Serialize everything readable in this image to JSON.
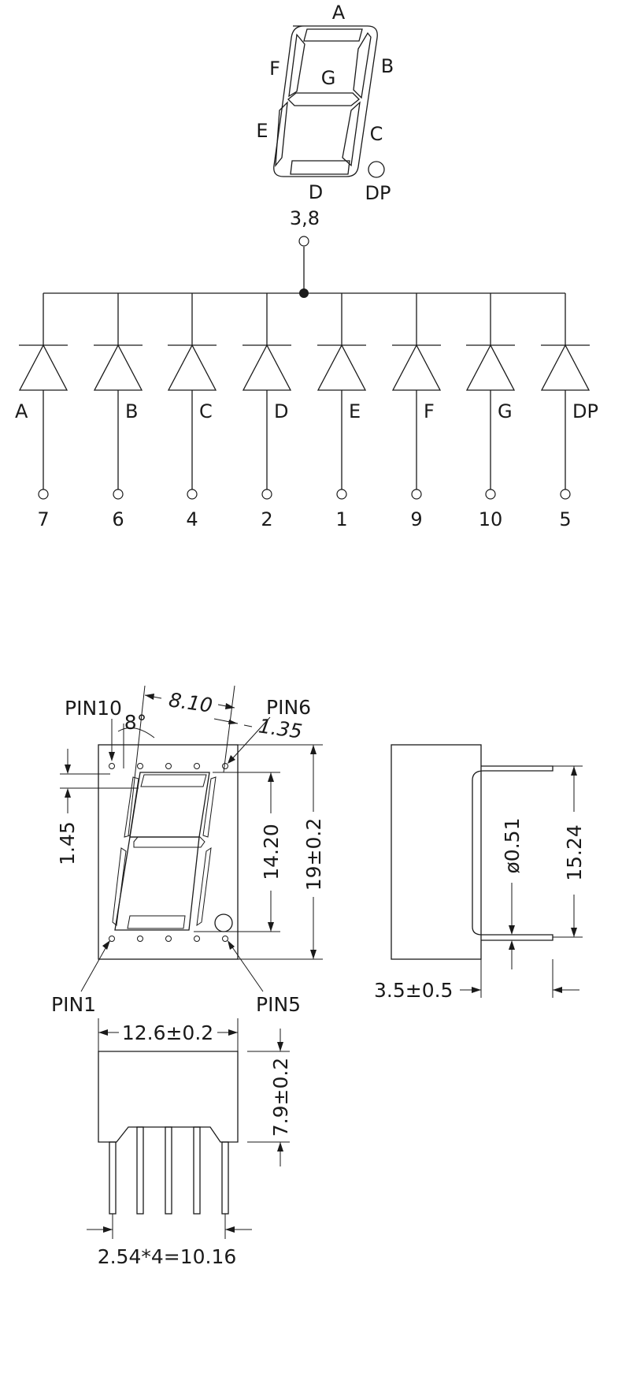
{
  "segment_display": {
    "segments": [
      "A",
      "B",
      "C",
      "D",
      "E",
      "F",
      "G",
      "DP"
    ]
  },
  "schematic": {
    "common_pin": "3,8",
    "diodes": [
      {
        "segment": "A",
        "pin": "7"
      },
      {
        "segment": "B",
        "pin": "6"
      },
      {
        "segment": "C",
        "pin": "4"
      },
      {
        "segment": "D",
        "pin": "2"
      },
      {
        "segment": "E",
        "pin": "1"
      },
      {
        "segment": "F",
        "pin": "9"
      },
      {
        "segment": "G",
        "pin": "10"
      },
      {
        "segment": "DP",
        "pin": "5"
      }
    ]
  },
  "front_view": {
    "pin10": "PIN10",
    "pin6": "PIN6",
    "pin1": "PIN1",
    "pin5": "PIN5",
    "digit_width": "8.10",
    "tilt_angle": "8°",
    "stroke_width": "1.35",
    "pin_offset": "1.45",
    "digit_height": "14.20",
    "body_height": "19±0.2"
  },
  "side_view": {
    "row_spacing": "15.24",
    "lead_diameter": "ø0.51",
    "lead_length": "3.5±0.5"
  },
  "bottom_view": {
    "body_width": "12.6±0.2",
    "body_depth": "7.9±0.2",
    "pin_pitch": "2.54*4=10.16"
  }
}
